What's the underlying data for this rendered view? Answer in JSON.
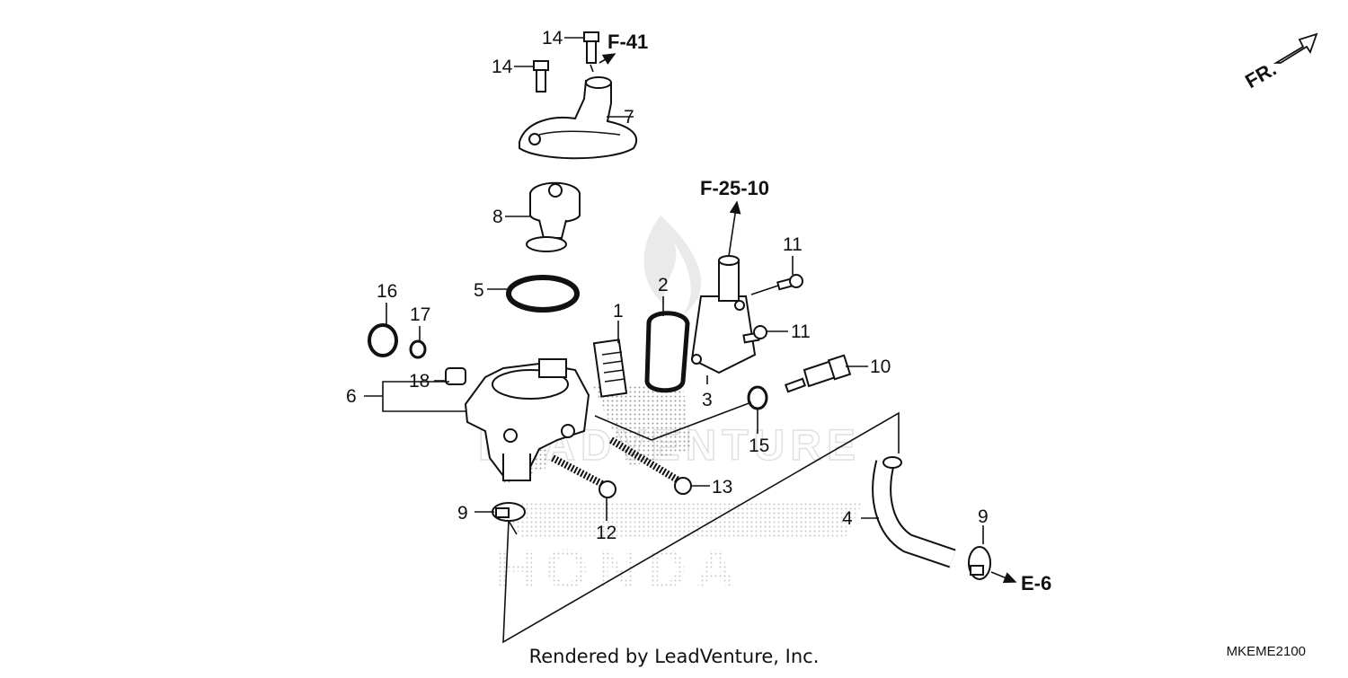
{
  "diagram": {
    "references": {
      "f41": "F-41",
      "f2510": "F-25-10",
      "e6": "E-6",
      "front": "FR."
    },
    "callouts": {
      "p1": "1",
      "p2": "2",
      "p3": "3",
      "p4": "4",
      "p5": "5",
      "p6": "6",
      "p7": "7",
      "p8": "8",
      "p9a": "9",
      "p9b": "9",
      "p10": "10",
      "p11a": "11",
      "p11b": "11",
      "p12": "12",
      "p13": "13",
      "p14a": "14",
      "p14b": "14",
      "p15": "15",
      "p16": "16",
      "p17": "17",
      "p18": "18"
    },
    "watermark": {
      "top": "LEADVENTURE",
      "bottom": "HONDA"
    },
    "footer": {
      "rendered_by": "Rendered by LeadVenture, Inc.",
      "code": "MKEME2100"
    }
  }
}
